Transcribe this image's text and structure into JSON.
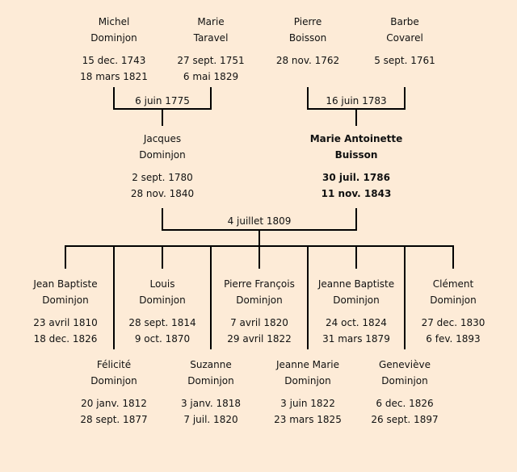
{
  "persons": [
    {
      "first": "Michel",
      "last": "Dominjon",
      "birth": "15 dec. 1743",
      "death": "18 mars 1821"
    },
    {
      "first": "Marie",
      "last": "Taravel",
      "birth": "27 sept. 1751",
      "death": "6 mai 1829"
    },
    {
      "first": "Pierre",
      "last": "Boisson",
      "birth": "28 nov. 1762",
      "death": ""
    },
    {
      "first": "Barbe",
      "last": "Covarel",
      "birth": "5 sept. 1761",
      "death": ""
    },
    {
      "first": "Jacques",
      "last": "Dominjon",
      "birth": "2 sept. 1780",
      "death": "28 nov. 1840"
    },
    {
      "first": "Marie Antoinette",
      "last": "Buisson",
      "birth": "30 juil. 1786",
      "death": "11 nov. 1843",
      "highlight": true
    },
    {
      "first": "Jean Baptiste",
      "last": "Dominjon",
      "birth": "23 avril 1810",
      "death": "18 dec. 1826"
    },
    {
      "first": "Félicité",
      "last": "Dominjon",
      "birth": "20 janv. 1812",
      "death": "28 sept. 1877"
    },
    {
      "first": "Louis",
      "last": "Dominjon",
      "birth": "28 sept. 1814",
      "death": "9 oct. 1870"
    },
    {
      "first": "Suzanne",
      "last": "Dominjon",
      "birth": "3 janv. 1818",
      "death": "7 juil. 1820"
    },
    {
      "first": "Pierre François",
      "last": "Dominjon",
      "birth": "7 avril 1820",
      "death": "29 avril 1822"
    },
    {
      "first": "Jeanne Marie",
      "last": "Dominjon",
      "birth": "3 juin 1822",
      "death": "23 mars 1825"
    },
    {
      "first": "Jeanne Baptiste",
      "last": "Dominjon",
      "birth": "24 oct. 1824",
      "death": "31 mars 1879"
    },
    {
      "first": "Geneviève",
      "last": "Dominjon",
      "birth": "6 dec. 1826",
      "death": "26 sept. 1897"
    },
    {
      "first": "Clément",
      "last": "Dominjon",
      "birth": "27 dec. 1830",
      "death": "6 fev. 1893"
    }
  ],
  "marriages": [
    "6 juin 1775",
    "16 juin 1783",
    "4 juillet 1809"
  ]
}
